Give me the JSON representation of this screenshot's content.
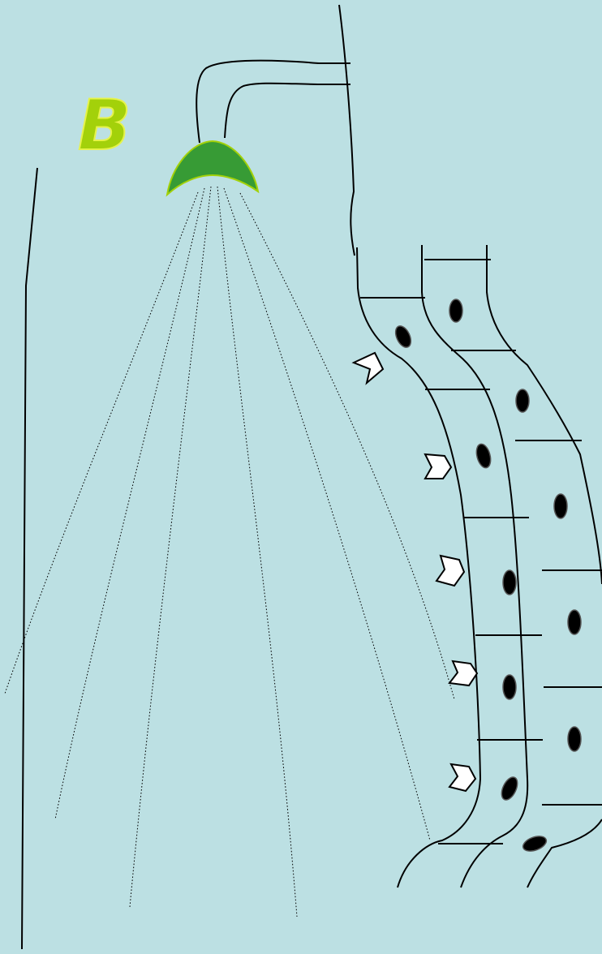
{
  "panel_label": "B",
  "colors": {
    "background": "#bce0e3",
    "showerhead": "#379b35",
    "showerhead_outline": "#a3d10a",
    "panel_label": "#a3d10a",
    "line": "#000000",
    "nucleus": "#000000",
    "arrow_fill": "#ffffff"
  },
  "elements": {
    "pipe": "shower-pipe",
    "head": "showerhead",
    "spray": "water-spray-lines",
    "wall": "left-wall-line",
    "tissue": "epithelial-cell-layers",
    "nuclei": "cell-nuclei",
    "arrows": "flow-arrows"
  }
}
